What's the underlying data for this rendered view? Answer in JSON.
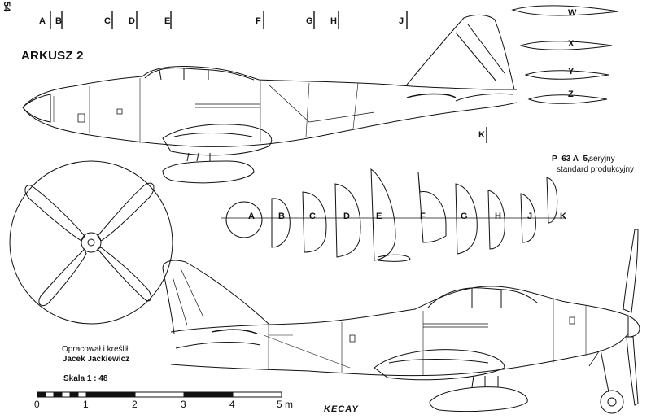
{
  "page_number": "54",
  "sheet_title": "ARKUSZ 2",
  "station_letters_top": [
    "A",
    "B",
    "C",
    "D",
    "E",
    "F",
    "G",
    "H",
    "J"
  ],
  "station_k_label": "K",
  "wing_section_labels": [
    "W",
    "X",
    "Y",
    "Z"
  ],
  "fuselage_section_labels": [
    "A",
    "B",
    "C",
    "D",
    "E",
    "F",
    "G",
    "H",
    "J",
    "K"
  ],
  "model": "P–63 A–5,",
  "model_desc_1": "seryjny",
  "model_desc_2": "standard produkcyjny",
  "credit_line": "Opracował i kreślił:",
  "author": "Jacek Jackiewicz",
  "scale": "Skala 1 : 48",
  "ruler_labels": [
    "0",
    "1",
    "2",
    "3",
    "4",
    "5 m"
  ],
  "signature": "KECAY"
}
